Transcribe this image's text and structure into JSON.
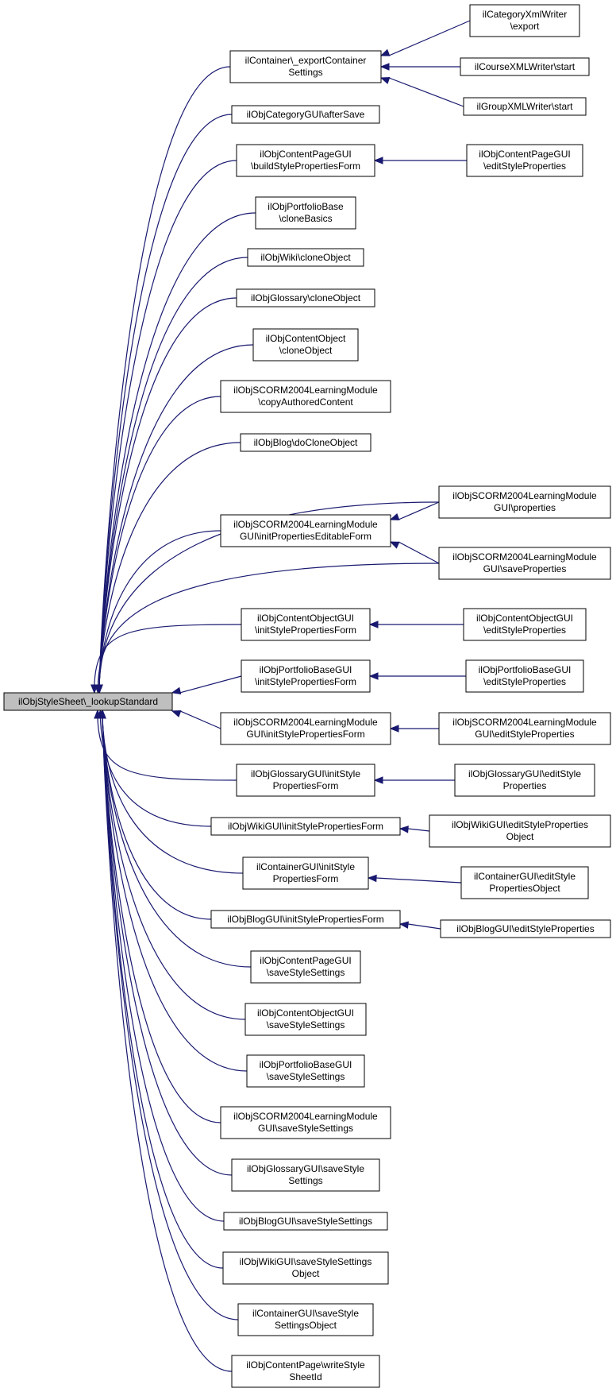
{
  "colors": {
    "edge": "#191970",
    "root_fill": "#bfbfbf",
    "node_fill": "#ffffff",
    "node_stroke": "#000000"
  },
  "nodes": {
    "root": [
      "ilObjStyleSheet\\_lookupStandard"
    ],
    "c1": [
      "ilContainer\\_exportContainer",
      "Settings"
    ],
    "c2": [
      "ilObjCategoryGUI\\afterSave"
    ],
    "c3": [
      "ilObjContentPageGUI",
      "\\buildStylePropertiesForm"
    ],
    "c4": [
      "ilObjPortfolioBase",
      "\\cloneBasics"
    ],
    "c5": [
      "ilObjWiki\\cloneObject"
    ],
    "c6": [
      "ilObjGlossary\\cloneObject"
    ],
    "c7": [
      "ilObjContentObject",
      "\\cloneObject"
    ],
    "c8": [
      "ilObjSCORM2004LearningModule",
      "\\copyAuthoredContent"
    ],
    "c9": [
      "ilObjBlog\\doCloneObject"
    ],
    "c10": [
      "ilObjSCORM2004LearningModule",
      "GUI\\initPropertiesEditableForm"
    ],
    "c11": [
      "ilObjContentObjectGUI",
      "\\initStylePropertiesForm"
    ],
    "c12": [
      "ilObjPortfolioBaseGUI",
      "\\initStylePropertiesForm"
    ],
    "c13": [
      "ilObjSCORM2004LearningModule",
      "GUI\\initStylePropertiesForm"
    ],
    "c14": [
      "ilObjGlossaryGUI\\initStyle",
      "PropertiesForm"
    ],
    "c15": [
      "ilObjWikiGUI\\initStylePropertiesForm"
    ],
    "c16": [
      "ilContainerGUI\\initStyle",
      "PropertiesForm"
    ],
    "c17": [
      "ilObjBlogGUI\\initStylePropertiesForm"
    ],
    "c18": [
      "ilObjContentPageGUI",
      "\\saveStyleSettings"
    ],
    "c19": [
      "ilObjContentObjectGUI",
      "\\saveStyleSettings"
    ],
    "c20": [
      "ilObjPortfolioBaseGUI",
      "\\saveStyleSettings"
    ],
    "c21": [
      "ilObjSCORM2004LearningModule",
      "GUI\\saveStyleSettings"
    ],
    "c22": [
      "ilObjGlossaryGUI\\saveStyle",
      "Settings"
    ],
    "c23": [
      "ilObjBlogGUI\\saveStyleSettings"
    ],
    "c24": [
      "ilObjWikiGUI\\saveStyleSettings",
      "Object"
    ],
    "c25": [
      "ilContainerGUI\\saveStyle",
      "SettingsObject"
    ],
    "c26": [
      "ilObjContentPage\\writeStyle",
      "SheetId"
    ],
    "r1": [
      "ilCategoryXmlWriter",
      "\\export"
    ],
    "r2": [
      "ilCourseXMLWriter\\start"
    ],
    "r3": [
      "ilGroupXMLWriter\\start"
    ],
    "r4": [
      "ilObjContentPageGUI",
      "\\editStyleProperties"
    ],
    "r5": [
      "ilObjSCORM2004LearningModule",
      "GUI\\properties"
    ],
    "r6": [
      "ilObjSCORM2004LearningModule",
      "GUI\\saveProperties"
    ],
    "r7": [
      "ilObjContentObjectGUI",
      "\\editStyleProperties"
    ],
    "r8": [
      "ilObjPortfolioBaseGUI",
      "\\editStyleProperties"
    ],
    "r9": [
      "ilObjSCORM2004LearningModule",
      "GUI\\editStyleProperties"
    ],
    "r10": [
      "ilObjGlossaryGUI\\editStyle",
      "Properties"
    ],
    "r11": [
      "ilObjWikiGUI\\editStyleProperties",
      "Object"
    ],
    "r12": [
      "ilContainerGUI\\editStyle",
      "PropertiesObject"
    ],
    "r13": [
      "ilObjBlogGUI\\editStyleProperties"
    ]
  },
  "edges": [
    [
      "c1",
      "root"
    ],
    [
      "c2",
      "root"
    ],
    [
      "c3",
      "root"
    ],
    [
      "c4",
      "root"
    ],
    [
      "c5",
      "root"
    ],
    [
      "c6",
      "root"
    ],
    [
      "c7",
      "root"
    ],
    [
      "c8",
      "root"
    ],
    [
      "c9",
      "root"
    ],
    [
      "c10",
      "root"
    ],
    [
      "c11",
      "root"
    ],
    [
      "c12",
      "root"
    ],
    [
      "c13",
      "root"
    ],
    [
      "c14",
      "root"
    ],
    [
      "c15",
      "root"
    ],
    [
      "c16",
      "root"
    ],
    [
      "c17",
      "root"
    ],
    [
      "c18",
      "root"
    ],
    [
      "c19",
      "root"
    ],
    [
      "c20",
      "root"
    ],
    [
      "c21",
      "root"
    ],
    [
      "c22",
      "root"
    ],
    [
      "c23",
      "root"
    ],
    [
      "c24",
      "root"
    ],
    [
      "c25",
      "root"
    ],
    [
      "c26",
      "root"
    ],
    [
      "r5",
      "root"
    ],
    [
      "r6",
      "root"
    ],
    [
      "r1",
      "c1"
    ],
    [
      "r2",
      "c1"
    ],
    [
      "r3",
      "c1"
    ],
    [
      "r4",
      "c3"
    ],
    [
      "r5",
      "c10"
    ],
    [
      "r6",
      "c10"
    ],
    [
      "r7",
      "c11"
    ],
    [
      "r8",
      "c12"
    ],
    [
      "r9",
      "c13"
    ],
    [
      "r10",
      "c14"
    ],
    [
      "r11",
      "c15"
    ],
    [
      "r12",
      "c16"
    ],
    [
      "r13",
      "c17"
    ]
  ]
}
